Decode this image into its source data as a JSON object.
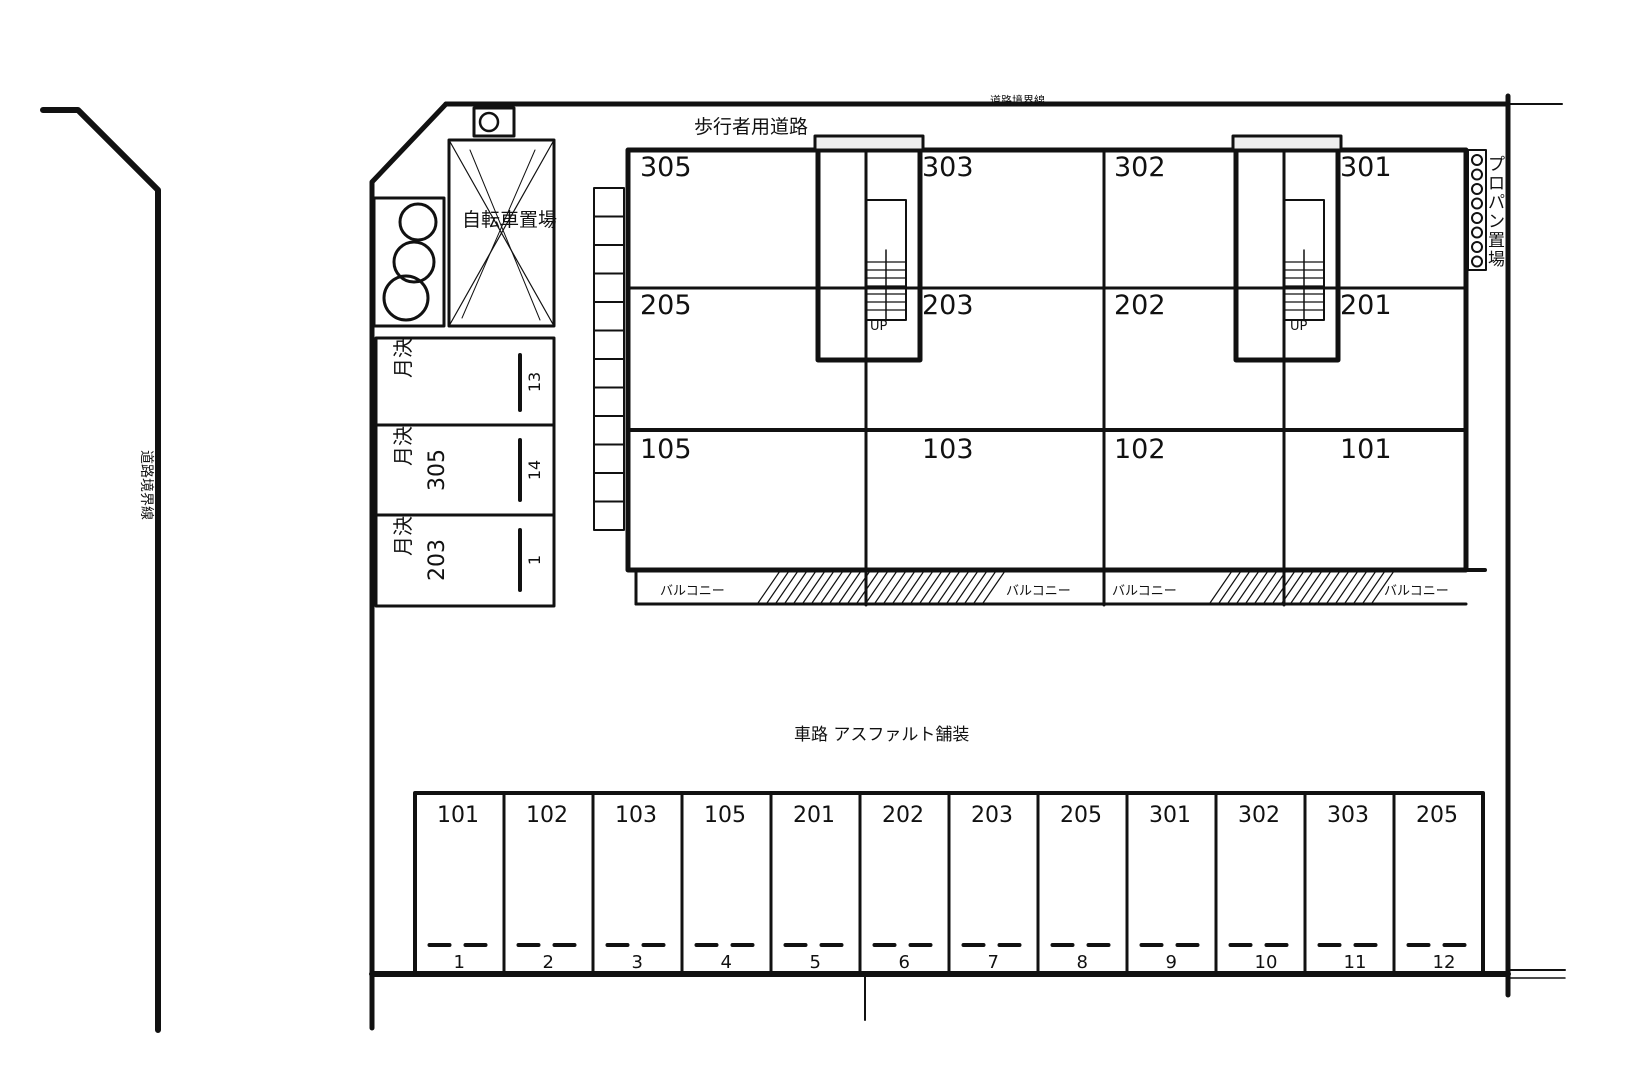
{
  "labels": {
    "pedestrian_road": "歩行者用道路",
    "top_road": "道路境界線",
    "left_road": "道路境界線",
    "bicycle_parking": "自転車置場",
    "propane": "プロパン置場",
    "car_road": "車路 アスファルト舗装",
    "stairs_up": "UP"
  },
  "monthly_spaces": [
    {
      "label": "月決",
      "unit": "",
      "number": "13"
    },
    {
      "label": "月決",
      "unit": "305",
      "number": "14"
    },
    {
      "label": "月決",
      "unit": "203",
      "number": "1"
    }
  ],
  "units": {
    "row3": [
      "305",
      "303",
      "302",
      "301"
    ],
    "row2": [
      "205",
      "203",
      "202",
      "201"
    ],
    "row1": [
      "105",
      "103",
      "102",
      "101"
    ]
  },
  "balconies": [
    "バルコニー",
    "バルコニー",
    "バルコニー",
    "バルコニー"
  ],
  "parking_units": [
    "101",
    "102",
    "103",
    "105",
    "201",
    "202",
    "203",
    "205",
    "301",
    "302",
    "303",
    "205"
  ],
  "parking_numbers": [
    "1",
    "2",
    "3",
    "4",
    "5",
    "6",
    "7",
    "8",
    "9",
    "10",
    "11",
    "12"
  ]
}
